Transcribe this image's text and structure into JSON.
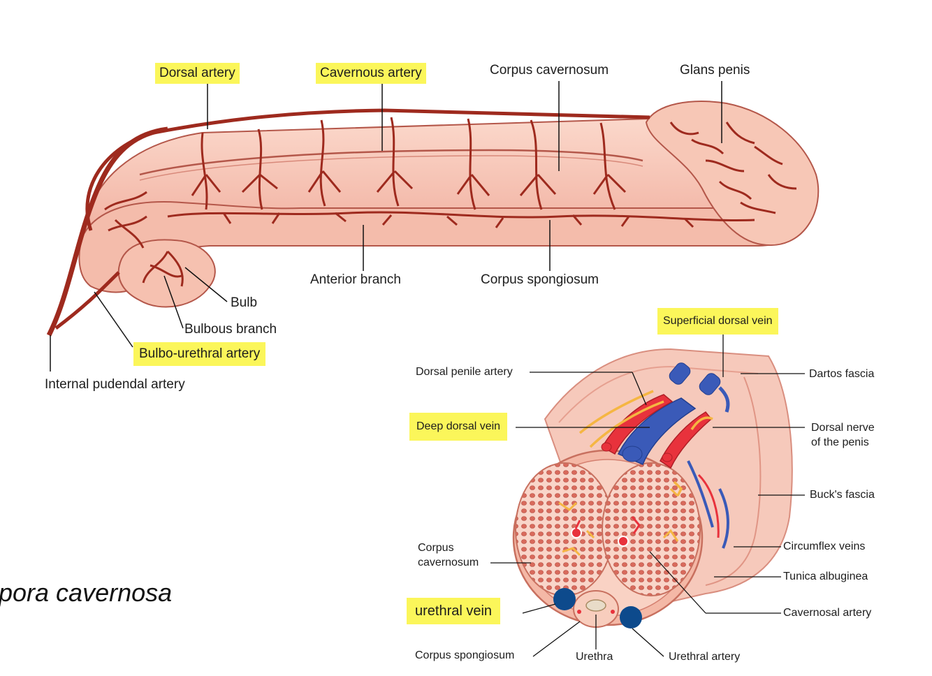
{
  "labels": {
    "dorsal_artery": "Dorsal artery",
    "cavernous_artery": "Cavernous artery",
    "corpus_cavernosum_top": "Corpus cavernosum",
    "glans_penis": "Glans penis",
    "anterior_branch": "Anterior branch",
    "corpus_spongiosum_top": "Corpus spongiosum",
    "bulb": "Bulb",
    "bulbous_branch": "Bulbous branch",
    "bulbo_urethral_artery": "Bulbo-urethral artery",
    "internal_pudendal_artery": "Internal pudendal artery",
    "superficial_dorsal_vein": "Superficial dorsal vein",
    "dorsal_penile_artery": "Dorsal penile artery",
    "dartos_fascia": "Dartos fascia",
    "deep_dorsal_vein": "Deep dorsal vein",
    "dorsal_nerve_line1": "Dorsal nerve",
    "dorsal_nerve_line2": "of the penis",
    "bucks_fascia": "Buck's fascia",
    "corpus_cavernosum_line1": "Corpus",
    "corpus_cavernosum_line2": "cavernosum",
    "circumflex_veins": "Circumflex veins",
    "tunica_albuginea": "Tunica albuginea",
    "urethral_vein": "urethral vein",
    "cavernosal_artery": "Cavernosal artery",
    "corpus_spongiosum_bottom": "Corpus spongiosum",
    "urethra": "Urethra",
    "urethral_artery": "Urethral artery"
  },
  "side_text": "rpora cavernosa",
  "colors": {
    "highlight": "#fbf65a",
    "tissue_fill": "#f6c4b4",
    "tissue_stroke": "#b4574a",
    "artery": "#a3261d",
    "cross_artery": "#e8323c",
    "vein": "#3a5ab8",
    "nerve": "#f5b642",
    "urethral_vein_dot": "#0d4a8c"
  }
}
